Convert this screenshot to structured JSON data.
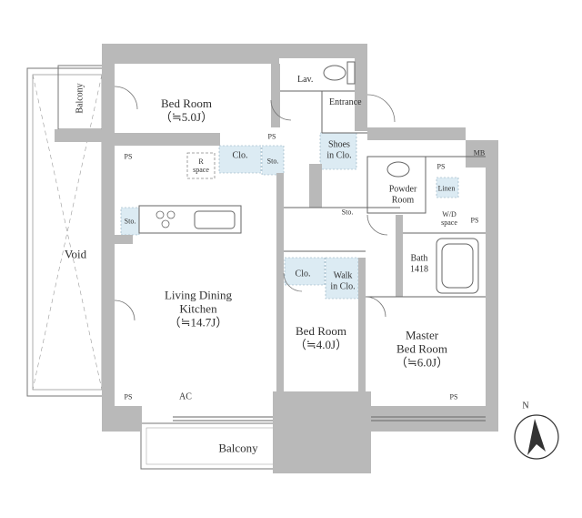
{
  "rooms": {
    "bed1": {
      "name": "Bed Room",
      "size": "（≒5.0J）"
    },
    "bed2": {
      "name": "Bed Room",
      "size": "（≒4.0J）"
    },
    "master": {
      "line1": "Master",
      "line2": "Bed Room",
      "size": "（≒6.0J）"
    },
    "ldk": {
      "line1": "Living Dining",
      "line2": "Kitchen",
      "size": "（≒14.7J）"
    }
  },
  "labels": {
    "void": "Void",
    "balcony_top": "Balcony",
    "balcony_bottom": "Balcony",
    "lav": "Lav.",
    "entrance": "Entrance",
    "shoes_line1": "Shoes",
    "shoes_line2": "in Clo.",
    "powder_line1": "Powder",
    "powder_line2": "Room",
    "bath_line1": "Bath",
    "bath_line2": "1418",
    "walkin_line1": "Walk",
    "walkin_line2": "in Clo.",
    "clo_bed1": "Clo.",
    "clo_bed2": "Clo.",
    "sto_bed1": "Sto.",
    "sto_kitchen": "Sto.",
    "sto_hall": "Sto.",
    "linen": "Linen",
    "wd_line1": "W/D",
    "wd_line2": "space",
    "r_line1": "R",
    "r_line2": "space",
    "ac": "AC",
    "mb": "MB",
    "ps": "PS",
    "compass": "N"
  },
  "colors": {
    "wall": "#b9b9b9",
    "closet": "#dcebf3",
    "line": "#666666"
  }
}
